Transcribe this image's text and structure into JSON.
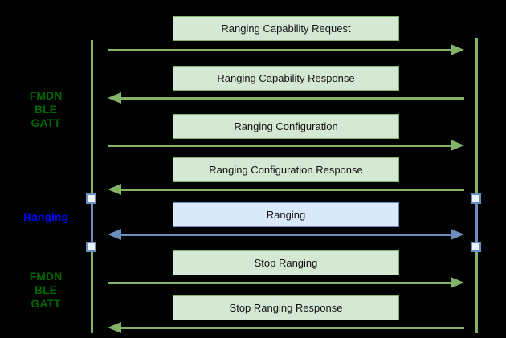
{
  "diagram": {
    "type": "sequence-diagram",
    "background": "#000000",
    "phases": [
      {
        "label": "FMDN\nBLE\nGATT",
        "color": "#006600"
      },
      {
        "label": "Ranging",
        "color": "#0000ff"
      },
      {
        "label": "FMDN\nBLE\nGATT",
        "color": "#006600"
      }
    ],
    "messages": [
      {
        "label": "Ranging Capability Request",
        "direction": "right",
        "style": "green"
      },
      {
        "label": "Ranging Capability Response",
        "direction": "left",
        "style": "green"
      },
      {
        "label": "Ranging Configuration",
        "direction": "right",
        "style": "green"
      },
      {
        "label": "Ranging Configuration Response",
        "direction": "left",
        "style": "green"
      },
      {
        "label": "Ranging",
        "direction": "both",
        "style": "blue"
      },
      {
        "label": "Stop Ranging",
        "direction": "right",
        "style": "green"
      },
      {
        "label": "Stop Ranging Response",
        "direction": "left",
        "style": "green"
      }
    ],
    "colors": {
      "green_fill": "#d5e8d4",
      "green_stroke": "#82b366",
      "blue_fill": "#dae8fc",
      "blue_stroke": "#6c8ebf",
      "phase_label_green": "#006600",
      "phase_label_blue": "#0000ff",
      "box_text": "#111111",
      "activation_fill": "#eaf2fc"
    }
  }
}
